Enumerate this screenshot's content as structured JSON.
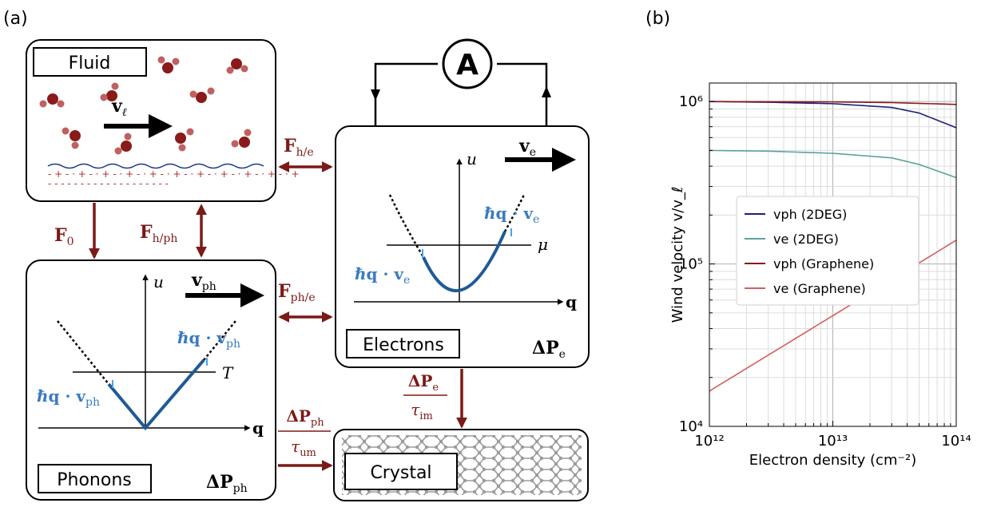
{
  "panels": {
    "a": "(a)",
    "b": "(b)"
  },
  "boxes": {
    "fluid": "Fluid",
    "electrons": "Electrons",
    "phonons": "Phonons",
    "crystal": "Crystal"
  },
  "ammeter": "A",
  "forces": {
    "f0_main": "F",
    "f0_sub": "0",
    "fhph_main": "F",
    "fhph_sub": "h/ph",
    "fhe_main": "F",
    "fhe_sub": "h/e",
    "fphe_main": "F",
    "fphe_sub": "ph/e"
  },
  "fluid_velocity": {
    "main": "v",
    "sub": "ℓ"
  },
  "electrons_panel": {
    "velocity_main": "v",
    "velocity_sub": "e",
    "u_axis": "u",
    "q_axis": "q",
    "mu": "μ",
    "upper_label": "ℏq · v",
    "upper_sub": "e",
    "lower_label": "ℏq · v",
    "lower_sub": "e",
    "dp_main": "ΔP",
    "dp_sub": "e"
  },
  "phonons_panel": {
    "velocity_main": "v",
    "velocity_sub": "ph",
    "u_axis": "u",
    "q_axis": "q",
    "T": "T",
    "upper_label": "ℏq · v",
    "upper_sub": "ph",
    "lower_label": "ℏq · v",
    "lower_sub": "ph",
    "dp_main": "ΔP",
    "dp_sub": "ph"
  },
  "relax_e": {
    "num_main": "ΔP",
    "num_sub": "e",
    "den_main": "τ",
    "den_sub": "im"
  },
  "relax_ph": {
    "num_main": "ΔP",
    "num_sub": "ph",
    "den_main": "τ",
    "den_sub": "um"
  },
  "colors": {
    "force": "#7b1a17",
    "blue": "#3a7bbf",
    "darkblue": "#1d4f8a"
  },
  "chart_data": {
    "type": "line",
    "xlabel": "Electron density (cm⁻²)",
    "ylabel": "Wind velocity v/v_ℓ",
    "xscale": "log",
    "yscale": "log",
    "xlim": [
      1000000000000.0,
      100000000000000.0
    ],
    "ylim": [
      10000.0,
      1300000.0
    ],
    "x_tick_labels": [
      "10¹²",
      "10¹³",
      "10¹⁴"
    ],
    "y_tick_labels": [
      "10⁴",
      "10⁵",
      "10⁶"
    ],
    "grid": true,
    "legend_position": "center-left",
    "series": [
      {
        "name": "v_ph (2DEG)",
        "color": "#1f1f7a",
        "x": [
          1000000000000.0,
          3000000000000.0,
          10000000000000.0,
          30000000000000.0,
          50000000000000.0,
          100000000000000.0
        ],
        "y": [
          1000000,
          990000,
          970000,
          920000,
          850000,
          690000
        ]
      },
      {
        "name": "v_e (2DEG)",
        "color": "#5aa39a",
        "x": [
          1000000000000.0,
          3000000000000.0,
          10000000000000.0,
          30000000000000.0,
          50000000000000.0,
          100000000000000.0
        ],
        "y": [
          500000,
          495000,
          480000,
          450000,
          410000,
          340000
        ]
      },
      {
        "name": "v_ph (Graphene)",
        "color": "#8b1a1a",
        "x": [
          1000000000000.0,
          10000000000000.0,
          30000000000000.0,
          100000000000000.0
        ],
        "y": [
          1000000,
          995000,
          985000,
          960000
        ]
      },
      {
        "name": "v_e (Graphene)",
        "color": "#d06060",
        "x": [
          1000000000000.0,
          10000000000000.0,
          100000000000000.0
        ],
        "y": [
          16500,
          48000,
          140000
        ]
      }
    ]
  }
}
